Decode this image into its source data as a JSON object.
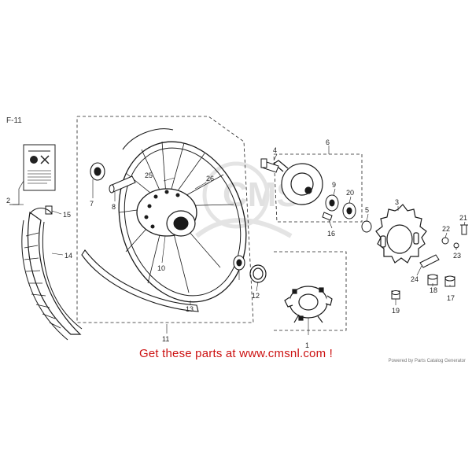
{
  "figure_code": "F-11",
  "callouts": [
    "1",
    "2",
    "3",
    "4",
    "5",
    "6",
    "7",
    "8",
    "9",
    "10",
    "11",
    "12",
    "13",
    "14",
    "15",
    "16",
    "17",
    "18",
    "19",
    "20",
    "21",
    "22",
    "23",
    "24",
    "25",
    "26"
  ],
  "watermark": "CMS",
  "promo_text": "Get these parts at www.cmsnl.com !",
  "powered_by": "Powered by Parts Catalog Generator",
  "colors": {
    "line": "#1a1a1a",
    "promo": "#cc1111",
    "watermark": "#c9c9c9"
  }
}
